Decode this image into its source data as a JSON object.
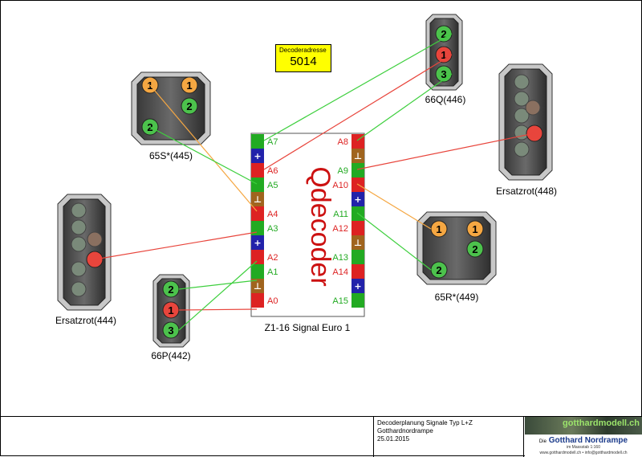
{
  "decoder_address": {
    "label": "Decoderadresse",
    "value": "5014"
  },
  "decoder": {
    "name": "Z1-16 Signal Euro 1",
    "brand": "Qdecoder",
    "left_pins": [
      {
        "label": "A7",
        "kind": "out",
        "color": "#22aa22"
      },
      {
        "label": "+",
        "kind": "plus",
        "color": "#2222aa"
      },
      {
        "label": "A6",
        "kind": "out",
        "color": "#dd2222"
      },
      {
        "label": "A5",
        "kind": "out",
        "color": "#22aa22"
      },
      {
        "label": "⊥",
        "kind": "gnd",
        "color": "#a0641e"
      },
      {
        "label": "A4",
        "kind": "out",
        "color": "#dd2222"
      },
      {
        "label": "A3",
        "kind": "out",
        "color": "#22aa22"
      },
      {
        "label": "+",
        "kind": "plus",
        "color": "#2222aa"
      },
      {
        "label": "A2",
        "kind": "out",
        "color": "#dd2222"
      },
      {
        "label": "A1",
        "kind": "out",
        "color": "#22aa22"
      },
      {
        "label": "⊥",
        "kind": "gnd",
        "color": "#a0641e"
      },
      {
        "label": "A0",
        "kind": "out",
        "color": "#dd2222"
      }
    ],
    "right_pins": [
      {
        "label": "A8",
        "kind": "out",
        "color": "#dd2222"
      },
      {
        "label": "⊥",
        "kind": "gnd",
        "color": "#a0641e"
      },
      {
        "label": "A9",
        "kind": "out",
        "color": "#22aa22"
      },
      {
        "label": "A10",
        "kind": "out",
        "color": "#dd2222"
      },
      {
        "label": "+",
        "kind": "plus",
        "color": "#2222aa"
      },
      {
        "label": "A11",
        "kind": "out",
        "color": "#22aa22"
      },
      {
        "label": "A12",
        "kind": "out",
        "color": "#dd2222"
      },
      {
        "label": "⊥",
        "kind": "gnd",
        "color": "#a0641e"
      },
      {
        "label": "A13",
        "kind": "out",
        "color": "#22aa22"
      },
      {
        "label": "A14",
        "kind": "out",
        "color": "#dd2222"
      },
      {
        "label": "+",
        "kind": "plus",
        "color": "#2222aa"
      },
      {
        "label": "A15",
        "kind": "out",
        "color": "#22aa22"
      }
    ]
  },
  "signals": {
    "s65S": {
      "name": "65S*(445)",
      "lamps": [
        {
          "n": "1",
          "color": "#f5a742"
        },
        {
          "n": "1",
          "color": "#f5a742"
        },
        {
          "n": "2",
          "color": "#4cc24c"
        },
        {
          "n": "2",
          "color": "#4cc24c"
        }
      ]
    },
    "s66Q": {
      "name": "66Q(446)",
      "lamps": [
        {
          "n": "2",
          "color": "#4cc24c"
        },
        {
          "n": "1",
          "color": "#e8453c"
        },
        {
          "n": "3",
          "color": "#4cc24c"
        }
      ]
    },
    "s448": {
      "name": "Ersatzrot(448)",
      "lit_color": "#e8453c"
    },
    "s444": {
      "name": "Ersatzrot(444)",
      "lit_color": "#e8453c"
    },
    "s66P": {
      "name": "66P(442)",
      "lamps": [
        {
          "n": "2",
          "color": "#4cc24c"
        },
        {
          "n": "1",
          "color": "#e8453c"
        },
        {
          "n": "3",
          "color": "#4cc24c"
        }
      ]
    },
    "s65R": {
      "name": "65R*(449)",
      "lamps": [
        {
          "n": "1",
          "color": "#f5a742"
        },
        {
          "n": "1",
          "color": "#f5a742"
        },
        {
          "n": "2",
          "color": "#4cc24c"
        },
        {
          "n": "2",
          "color": "#4cc24c"
        }
      ]
    }
  },
  "footer": {
    "line1": "Decoderplanung Signale Typ L+Z",
    "line2": "Gotthardnordrampe",
    "line3": "25.01.2015",
    "logo_brand": "gotthardmodell.ch",
    "logo_prefix": "Die",
    "logo_title": "Gotthard Nordrampe",
    "logo_sub": "im Massstab 1:160",
    "logo_contact": "www.gotthardmodell.ch • info@gotthardmodell.ch"
  },
  "colors": {
    "wire_green": "#3ecf3e",
    "wire_red": "#e8453c",
    "wire_orange": "#f5a742"
  }
}
